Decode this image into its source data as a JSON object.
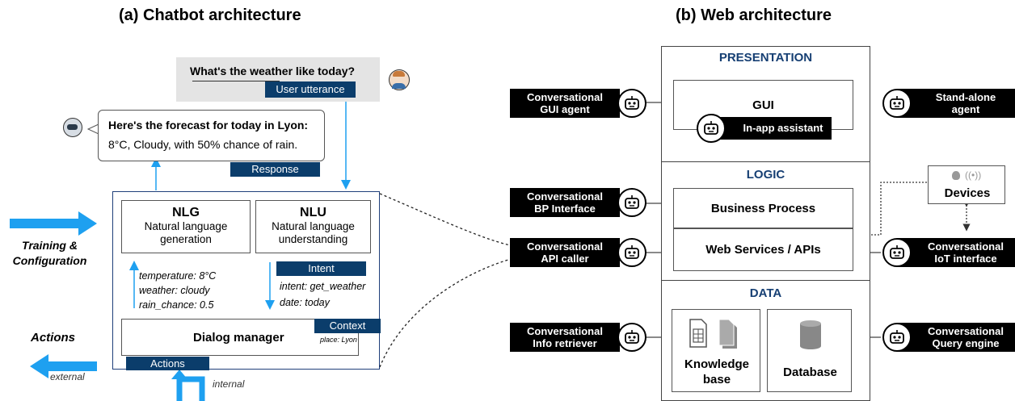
{
  "chatbot": {
    "title": "(a) Chatbot architecture",
    "user_question": "What's the weather like today?",
    "user_utterance_tag": "User utterance",
    "bot_reply_line1": "Here's the forecast for today in Lyon:",
    "bot_reply_line2": "8°C, Cloudy, with 50% chance of rain.",
    "response_tag": "Response",
    "nlg_title": "NLG",
    "nlg_subtitle": "Natural language generation",
    "nlu_title": "NLU",
    "nlu_subtitle": "Natural language understanding",
    "slots": [
      "temperature: 8°C",
      "weather: cloudy",
      "rain_chance: 0.5"
    ],
    "intent_tag": "Intent",
    "intent_lines": [
      "intent: get_weather",
      "date: today"
    ],
    "dialog_manager": "Dialog manager",
    "context_tag": "Context",
    "context_value": "place: Lyon",
    "actions_tag": "Actions",
    "training_label": "Training & Configuration",
    "actions_label": "Actions",
    "external_label": "external",
    "internal_label": "internal"
  },
  "web": {
    "title": "(b) Web architecture",
    "layers": [
      "PRESENTATION",
      "LOGIC",
      "DATA"
    ],
    "gui": "GUI",
    "in_app": "In-app assistant",
    "business_process": "Business Process",
    "web_services": "Web Services / APIs",
    "knowledge_base": "Knowledge base",
    "database": "Database",
    "devices": "Devices",
    "devices_signal": "((•))",
    "agents_left": [
      {
        "line1": "Conversational",
        "line2": "GUI agent"
      },
      {
        "line1": "Conversational",
        "line2": "BP Interface"
      },
      {
        "line1": "Conversational",
        "line2": "API caller"
      },
      {
        "line1": "Conversational",
        "line2": "Info retriever"
      }
    ],
    "agents_right": [
      {
        "line1": "Stand-alone",
        "line2": "agent"
      },
      {
        "line1": "Conversational",
        "line2": "IoT interface"
      },
      {
        "line1": "Conversational",
        "line2": "Query engine"
      }
    ]
  },
  "colors": {
    "arrow_blue": "#1ea0f0",
    "navy": "#0b3d6b",
    "layer_header": "#163f73"
  }
}
